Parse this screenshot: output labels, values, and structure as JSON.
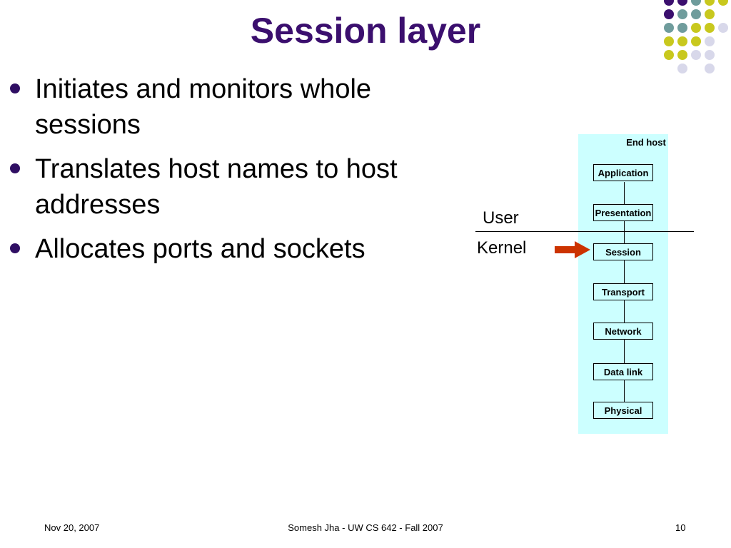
{
  "slide": {
    "title": "Session layer",
    "bullets": [
      "Initiates and monitors whole sessions",
      "Translates host names to host addresses",
      "Allocates ports and sockets"
    ]
  },
  "diagram": {
    "end_host_label": "End host",
    "layers": [
      "Application",
      "Presentation",
      "Session",
      "Transport",
      "Network",
      "Data link",
      "Physical"
    ],
    "user_label": "User",
    "kernel_label": "Kernel",
    "highlighted_layer": "Session",
    "arrow_color": "#cc3300",
    "box_color": "#ccffff"
  },
  "footer": {
    "date": "Nov 20, 2007",
    "center": "Somesh Jha - UW CS 642 - Fall 2007",
    "page": "10"
  },
  "theme": {
    "title_color": "#3b0f6e",
    "dot_colors": [
      "#3b0f6e",
      "#6f9c9c",
      "#c8c81e",
      "#d8d8ea"
    ]
  }
}
